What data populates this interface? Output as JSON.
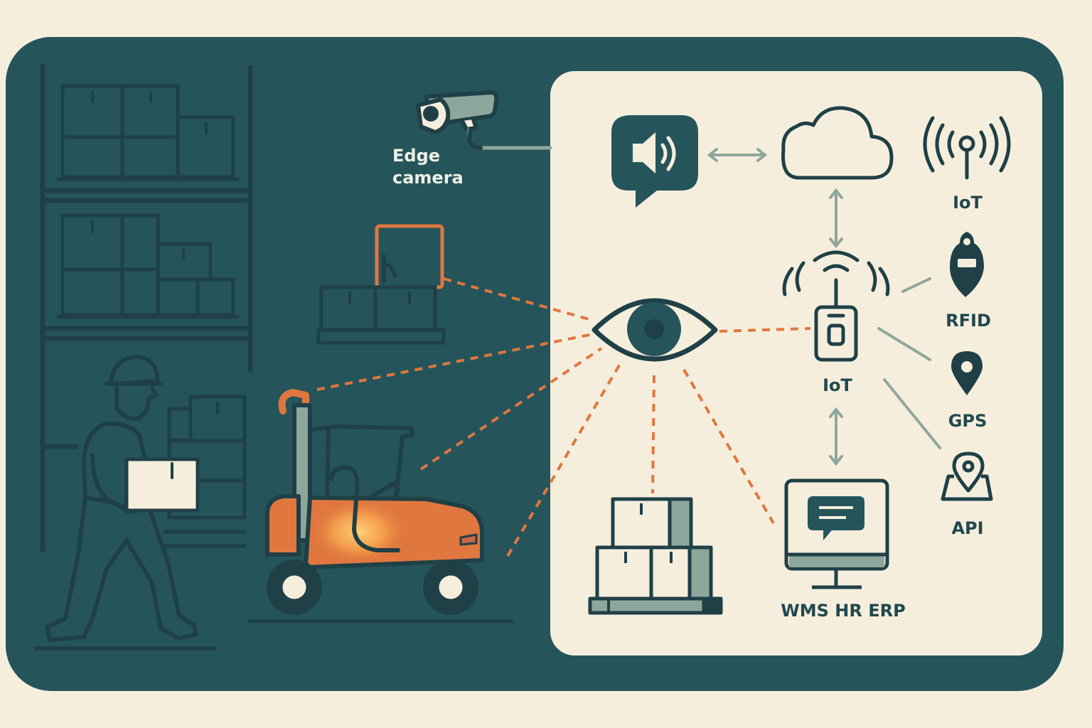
{
  "labels": {
    "edge_camera_line1": "Edge",
    "edge_camera_line2": "camera",
    "iot_top": "IoT",
    "rfid": "RFID",
    "iot_hub": "IoT",
    "gps": "GPS",
    "api": "API",
    "systems": "WMS HR ERP"
  },
  "colors": {
    "background": "#f6eedd",
    "panel_dark": "#25555b",
    "panel_light": "#f6eedd",
    "stroke_dark": "#1f4046",
    "accent_orange": "#e0773f",
    "connector_gray": "#8ea79c",
    "label_light": "#eef0e6"
  },
  "icons": [
    "camera-icon",
    "speaker-message-icon",
    "cloud-icon",
    "antenna-icon",
    "rfid-tag-icon",
    "eye-icon",
    "iot-device-icon",
    "gps-pin-icon",
    "api-map-pin-icon",
    "monitor-chat-icon",
    "pallet-boxes-icon",
    "forklift-icon",
    "worker-icon",
    "warehouse-shelf-icon"
  ]
}
